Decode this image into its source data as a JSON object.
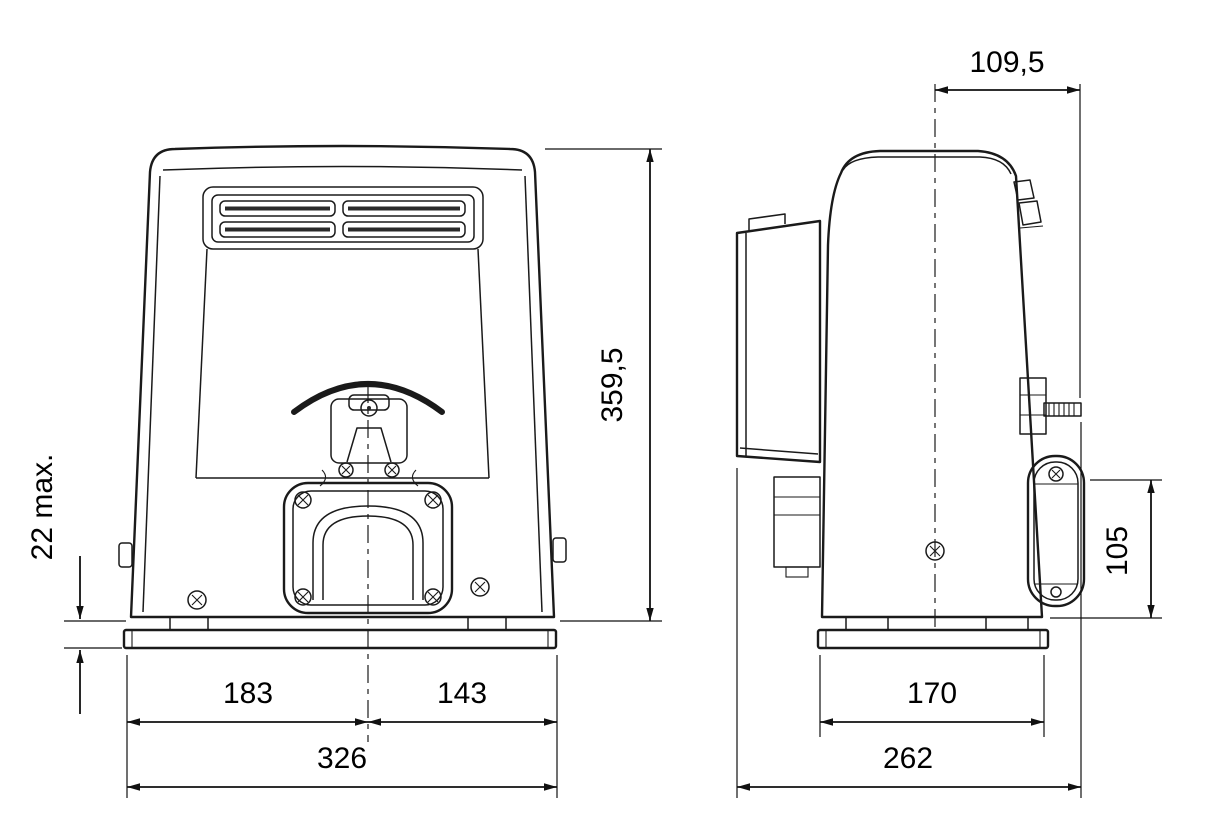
{
  "colors": {
    "ink": "#1a1a1a",
    "background": "#ffffff"
  },
  "dimensions": {
    "side_pinion_offset": "109,5",
    "overall_height": "359,5",
    "foundation_clearance": "22 max.",
    "front_left_of_center": "183",
    "front_right_of_center": "143",
    "front_overall_width": "326",
    "side_body_depth": "170",
    "side_overall_depth": "262",
    "release_cover_height": "105"
  }
}
